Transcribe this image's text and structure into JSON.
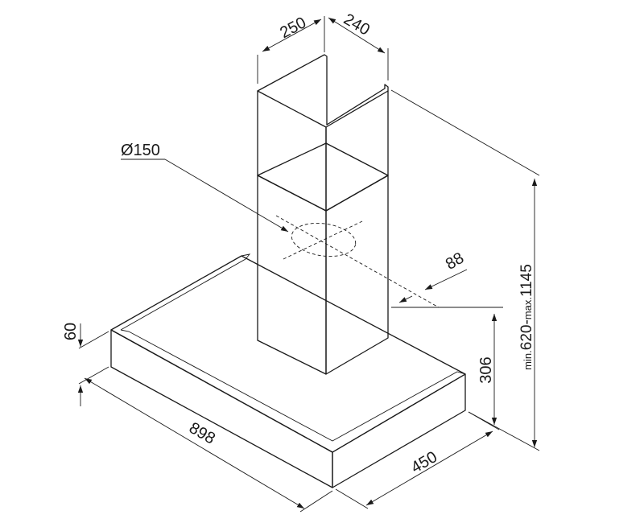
{
  "dimensions": {
    "chimney_width": "250",
    "chimney_depth": "240",
    "duct_diameter": "Ø150",
    "duct_offset": "88",
    "hood_thickness": "60",
    "hood_width": "898",
    "hood_depth": "450",
    "hood_height": "306",
    "chimney_height_min_prefix": "min.",
    "chimney_height_min": "620",
    "chimney_height_separator": "-",
    "chimney_height_max_prefix": "max.",
    "chimney_height_max": "1145"
  }
}
